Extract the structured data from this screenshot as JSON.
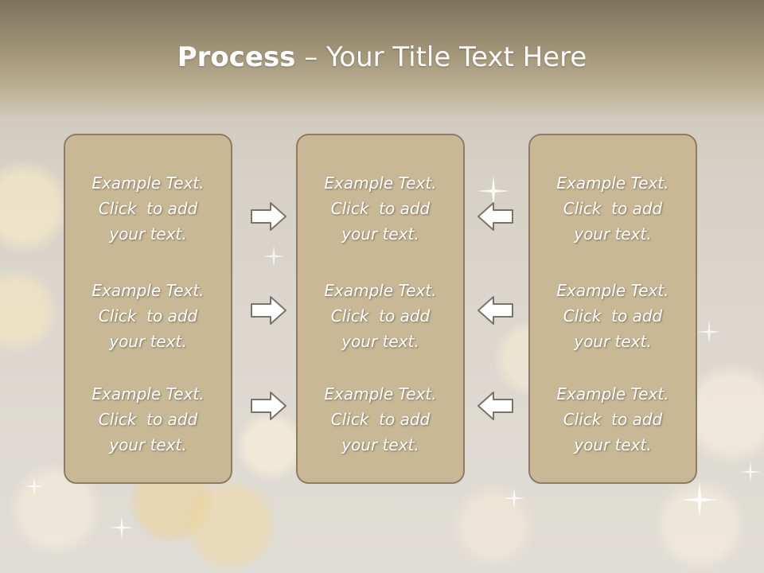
{
  "slide": {
    "title_bold": "Process",
    "title_rest": " – Your Title Text Here"
  },
  "columns": [
    {
      "items": [
        {
          "line1": "Example Text.",
          "line2": "Click  to add",
          "line3": "your text."
        },
        {
          "line1": "Example Text.",
          "line2": "Click  to add",
          "line3": "your text."
        },
        {
          "line1": "Example Text.",
          "line2": "Click  to add",
          "line3": "your text."
        }
      ]
    },
    {
      "items": [
        {
          "line1": "Example Text.",
          "line2": "Click  to add",
          "line3": "your text."
        },
        {
          "line1": "Example Text.",
          "line2": "Click  to add",
          "line3": "your text."
        },
        {
          "line1": "Example Text.",
          "line2": "Click  to add",
          "line3": "your text."
        }
      ]
    },
    {
      "items": [
        {
          "line1": "Example Text.",
          "line2": "Click  to add",
          "line3": "your text."
        },
        {
          "line1": "Example Text.",
          "line2": "Click  to add",
          "line3": "your text."
        },
        {
          "line1": "Example Text.",
          "line2": "Click  to add",
          "line3": "your text."
        }
      ]
    }
  ],
  "arrows": {
    "left_group": "right-arrow-icon",
    "right_group": "left-arrow-icon"
  },
  "colors": {
    "box_fill": "#c8b896",
    "box_border": "#8d7e63",
    "text": "#ffffff"
  }
}
